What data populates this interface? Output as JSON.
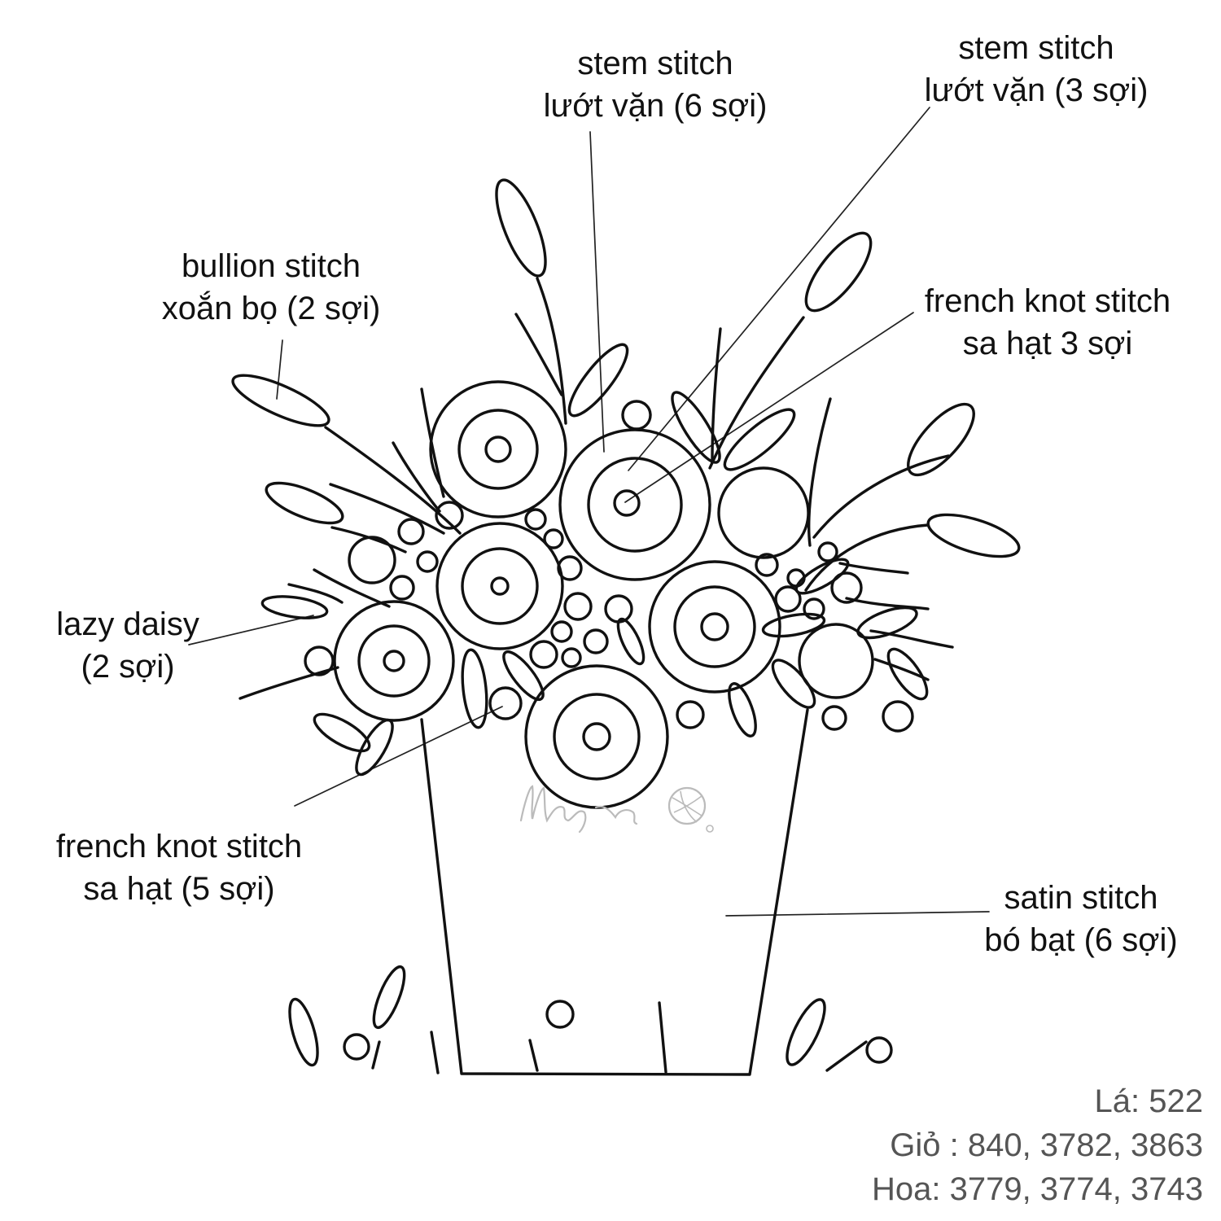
{
  "labels": {
    "stem6": {
      "line1": "stem stitch",
      "line2": "lướt vặn (6 sợi)"
    },
    "stem3": {
      "line1": "stem stitch",
      "line2": "lướt vặn (3 sợi)"
    },
    "bullion": {
      "line1": "bullion stitch",
      "line2": "xoắn bọ (2 sợi)"
    },
    "french3": {
      "line1": "french knot stitch",
      "line2": "sa hạt 3 sợi"
    },
    "lazy": {
      "line1": "lazy daisy",
      "line2": "(2 sợi)"
    },
    "french5": {
      "line1": "french knot stitch",
      "line2": "sa hạt (5 sợi)"
    },
    "satin": {
      "line1": "satin stitch",
      "line2": "bó bạt (6 sợi)"
    }
  },
  "colors": {
    "leaf": "Lá: 522",
    "basket": "Giỏ : 840, 3782, 3863",
    "flower": "Hoa: 3779, 3774, 3743"
  },
  "style": {
    "line_color": "#111111",
    "watermark_color": "#bbbbbb",
    "color_text": "#555555"
  }
}
